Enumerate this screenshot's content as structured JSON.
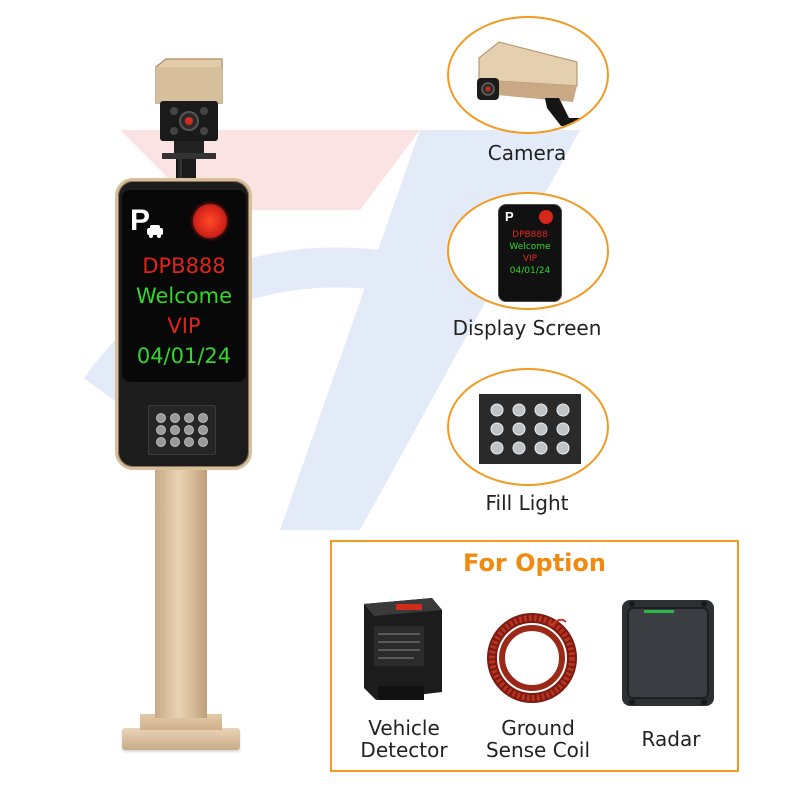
{
  "panel_display": {
    "p_icon": "P",
    "line1": "DPB888",
    "line2": "Welcome",
    "line3": "VIP",
    "line4": "04/01/24"
  },
  "callouts": [
    {
      "caption": "Camera",
      "icon": "camera-icon"
    },
    {
      "caption": "Display Screen",
      "icon": "display-screen-icon",
      "mini_display": {
        "p_icon": "P",
        "line1": "DPB888",
        "line2": "Welcome",
        "line3": "VIP",
        "line4": "04/01/24"
      }
    },
    {
      "caption": "Fill Light",
      "icon": "fill-light-icon"
    }
  ],
  "option": {
    "title": "For Option",
    "items": [
      {
        "label_line1": "Vehicle",
        "label_line2": "Detector",
        "icon": "vehicle-detector-icon"
      },
      {
        "label_line1": "Ground",
        "label_line2": "Sense Coil",
        "icon": "ground-coil-icon"
      },
      {
        "label_line1": "Radar",
        "label_line2": "",
        "icon": "radar-icon"
      }
    ]
  },
  "colors": {
    "accent_orange": "#f29a21",
    "title_orange": "#f08a10",
    "led_red": "#e0241b",
    "led_green": "#35d62c",
    "pole_tan": "#d9bd9a"
  }
}
